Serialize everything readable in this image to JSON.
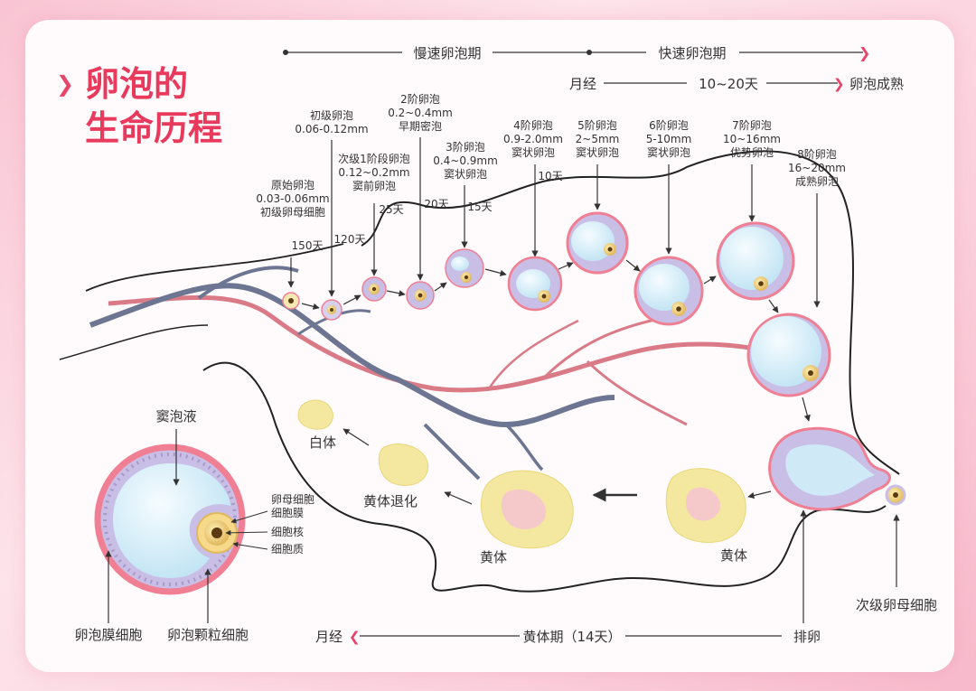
{
  "title": {
    "line1": "卵泡的",
    "line2": "生命历程"
  },
  "timeline_top": {
    "slow": "慢速卵泡期",
    "fast": "快速卵泡期"
  },
  "cycle": {
    "menses": "月经",
    "days": "10~20天",
    "mature": "卵泡成熟"
  },
  "follicles": [
    {
      "name": "原始卵泡",
      "size": "0.03-0.06mm",
      "desc": "初级卵母细胞",
      "days": "150天"
    },
    {
      "name": "初级卵泡",
      "size": "0.06-0.12mm",
      "days": "120天"
    },
    {
      "name": "次级1阶段卵泡",
      "size": "0.12~0.2mm",
      "desc": "窦前卵泡",
      "days": "25天"
    },
    {
      "name": "2阶卵泡",
      "size": "0.2~0.4mm",
      "desc": "早期密泡",
      "days": "20天"
    },
    {
      "name": "3阶卵泡",
      "size": "0.4~0.9mm",
      "desc": "窦状卵泡",
      "days": "15天"
    },
    {
      "name": "4阶卵泡",
      "size": "0.9-2.0mm",
      "desc": "窦状卵泡",
      "days": "10天"
    },
    {
      "name": "5阶卵泡",
      "size": "2~5mm",
      "desc": "窦状卵泡"
    },
    {
      "name": "6阶卵泡",
      "size": "5-10mm",
      "desc": "窦状卵泡"
    },
    {
      "name": "7阶卵泡",
      "size": "10~16mm",
      "desc": "优势卵泡"
    },
    {
      "name": "8阶卵泡",
      "size": "16~20mm",
      "desc": "成熟卵泡"
    }
  ],
  "luteal": {
    "corpus_luteum": "黄体",
    "regression": "黄体退化",
    "albicans": "白体"
  },
  "ovulation": {
    "label": "排卵",
    "secondary_oocyte": "次级卵母细胞"
  },
  "timeline_bottom": {
    "menses": "月经",
    "luteal_phase": "黄体期（14天）",
    "ovulation": "排卵"
  },
  "detail": {
    "antral_fluid": "窦泡液",
    "oocyte": "卵母细胞",
    "membrane": "细胞膜",
    "nucleus": "细胞核",
    "cytoplasm": "细胞质",
    "theca_cells": "卵泡膜细胞",
    "granulosa_cells": "卵泡颗粒细胞"
  },
  "colors": {
    "title": "#e83a5c",
    "follicle_ring": "#f07f93",
    "granulosa": "#c9bfe6",
    "fluid": "#dff2fb",
    "corpus": "#f4e8a0",
    "vein": "#6c7591",
    "artery": "#d97a86"
  }
}
